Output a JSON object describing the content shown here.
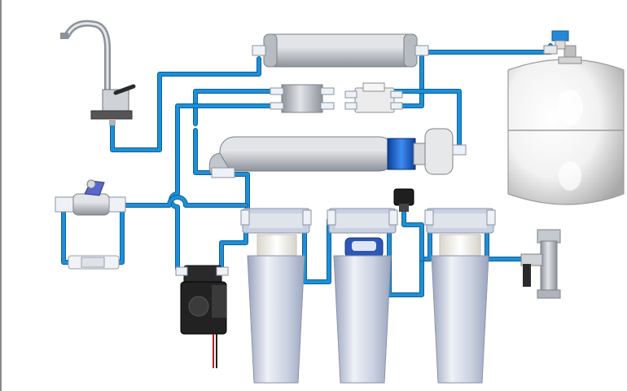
{
  "diagram": {
    "type": "reverse-osmosis-water-filtration-system",
    "components": [
      {
        "id": "faucet",
        "icon": "faucet-icon"
      },
      {
        "id": "post-carbon-filter",
        "icon": "inline-filter-icon"
      },
      {
        "id": "storage-tank",
        "icon": "pressure-tank-icon"
      },
      {
        "id": "tank-valve",
        "icon": "ball-valve-icon"
      },
      {
        "id": "check-valve",
        "icon": "check-valve-icon"
      },
      {
        "id": "shutoff-valve",
        "icon": "auto-shutoff-valve-icon"
      },
      {
        "id": "ro-membrane-housing",
        "icon": "membrane-housing-icon"
      },
      {
        "id": "inlet-ball-valve",
        "icon": "ball-valve-icon"
      },
      {
        "id": "flow-restrictor",
        "icon": "flow-restrictor-icon"
      },
      {
        "id": "booster-pump",
        "icon": "pump-icon"
      },
      {
        "id": "sediment-filter",
        "icon": "filter-housing-icon"
      },
      {
        "id": "carbon-block-filter",
        "icon": "filter-housing-icon"
      },
      {
        "id": "polypropylene-filter",
        "icon": "filter-housing-icon"
      },
      {
        "id": "pressure-switch",
        "icon": "pressure-switch-icon"
      },
      {
        "id": "feed-water-adapter",
        "icon": "feed-adapter-icon"
      }
    ],
    "colors": {
      "tube": "#1e8fd6",
      "tube_outline": "#0d5f9a",
      "housing_light": "#eef1f7",
      "housing_mid": "#c9d0e0",
      "housing_dark": "#9aa4bd",
      "metal_light": "#e2e4e7",
      "metal_dark": "#8d9299",
      "tank_light": "#f2f2f2",
      "tank_dark": "#a7a7a7",
      "membrane_band": "#1a63c9",
      "carbon_cap": "#2b57b8",
      "valve_handle": "#5a67c9",
      "tank_cap": "#2489d9",
      "pump_body": "#222222",
      "wire": "#c01a1a",
      "page_border": "#8a8a8a"
    }
  }
}
